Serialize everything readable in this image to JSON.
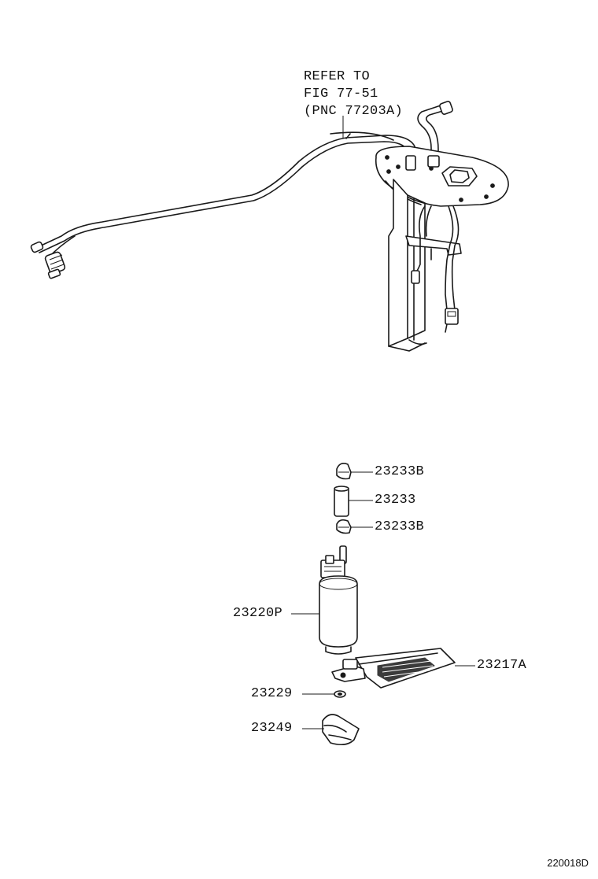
{
  "reference_note": [
    "REFER TO",
    "FIG 77-51",
    "(PNC 77203A)"
  ],
  "parts": [
    {
      "part_no": "23233B"
    },
    {
      "part_no": "23233"
    },
    {
      "part_no": "23233B"
    },
    {
      "part_no": "23220P"
    },
    {
      "part_no": "23217A"
    },
    {
      "part_no": "23229"
    },
    {
      "part_no": "23249"
    }
  ],
  "figure_id": "220018D"
}
